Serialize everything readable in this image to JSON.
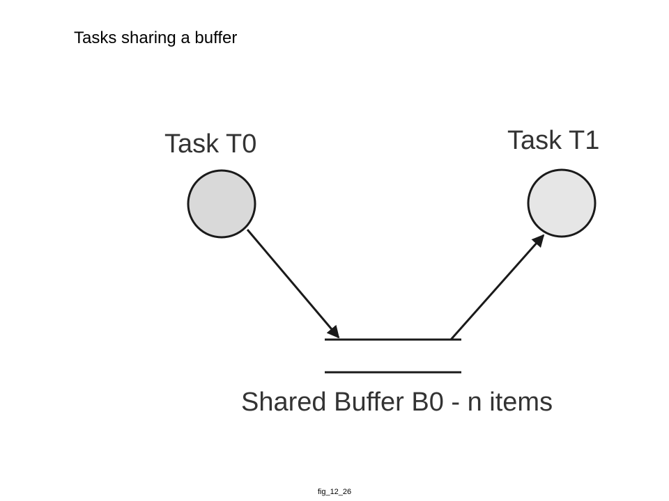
{
  "slide": {
    "title": "Tasks sharing a buffer",
    "figure_label": "fig_12_26"
  },
  "diagram": {
    "tasks": [
      {
        "label": "Task T0",
        "fill": "#d9d9d9"
      },
      {
        "label": "Task T1",
        "fill": "#e6e6e6"
      }
    ],
    "buffer_label": "Shared Buffer B0 - n items",
    "stroke_color": "#1a1a1a",
    "text_color": "#333333"
  }
}
